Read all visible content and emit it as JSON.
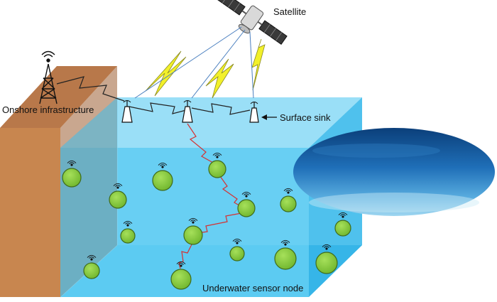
{
  "labels": {
    "satellite": "Satellite",
    "onshore": "Onshore infrastructure",
    "surface_sink": "Surface sink",
    "underwater_node": "Underwater sensor node"
  },
  "colors": {
    "water_front": "#5ccbf2",
    "water_top": "#a9e3f7",
    "water_side": "#36b5e8",
    "land_front": "#c8864f",
    "land_top": "#b8784a",
    "node_fill": "#8ccf3f",
    "node_stroke": "#3f6b1c",
    "radio_link": "#222222",
    "acoustic_link": "#d63030",
    "satellite_bolt": "#f2f02a"
  },
  "icons": {
    "tower": "radio-tower-icon",
    "satellite": "satellite-icon",
    "buoy": "buoy-antenna-icon",
    "node": "sensor-node-icon",
    "sea": "sea-surface-photo"
  }
}
